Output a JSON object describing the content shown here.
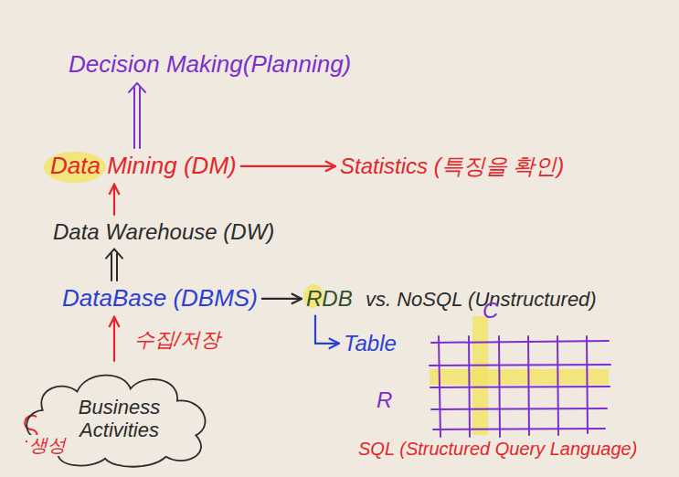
{
  "diagram": {
    "nodes": [
      {
        "text": [
          "Decision Making(Planning)"
        ]
      },
      {
        "text": [
          "Data Mining (DM)"
        ]
      },
      {
        "text": [
          "Statistics (특징을 확인)"
        ]
      },
      {
        "text": [
          "Data Warehouse (DW)"
        ]
      },
      {
        "text": [
          "DataBase (DBMS)"
        ]
      },
      {
        "text": [
          "RDB"
        ]
      },
      {
        "text": [
          "Table"
        ]
      },
      {
        "text": [
          "Business Activities"
        ]
      }
    ],
    "edges": [
      {
        "from": 7,
        "to": 4,
        "label": "수집/저장",
        "arrow": "to"
      },
      {
        "from": 4,
        "to": 3,
        "arrow": "to"
      },
      {
        "from": 3,
        "to": 1,
        "arrow": "to"
      },
      {
        "from": 1,
        "to": 0,
        "arrow": "to"
      },
      {
        "from": 1,
        "to": 2,
        "arrow": "to"
      },
      {
        "from": 4,
        "to": 5,
        "arrow": "to"
      },
      {
        "from": 5,
        "to": 6,
        "arrow": "to"
      }
    ],
    "labels": [
      "vs. NoSQL (Unstructured)",
      "C",
      "R",
      "SQL (Structured Query Language)",
      "생성"
    ]
  }
}
